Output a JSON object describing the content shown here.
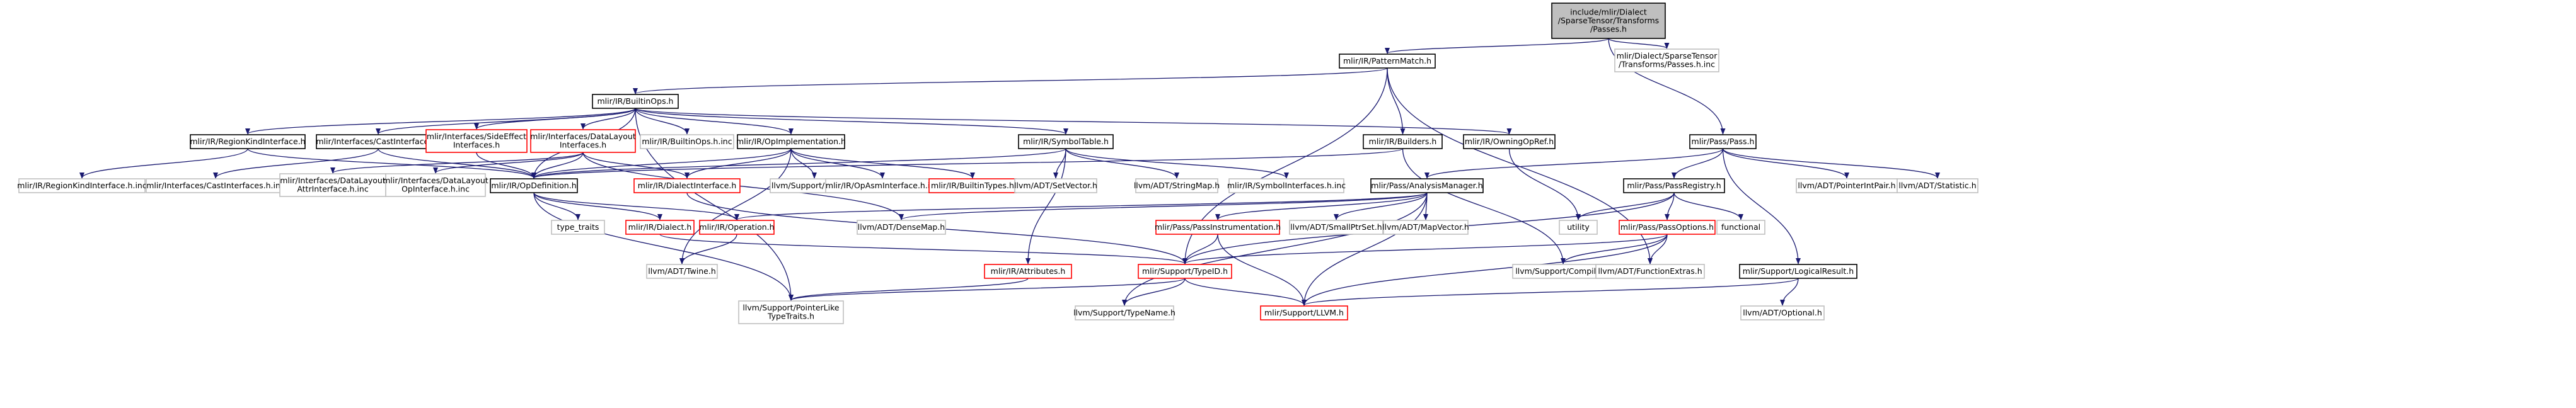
{
  "colors": {
    "edge": "#191970",
    "text": "#000000",
    "text_muted": "#808080",
    "border_dark": "#000000",
    "border_red": "#ff0000",
    "border_gray": "#bfbfbf",
    "fill_root": "#bfbfbf",
    "fill_default": "#ffffff"
  },
  "nodes": [
    {
      "id": "root",
      "lines": [
        "include/mlir/Dialect",
        "/SparseTensor/Transforms",
        "/Passes.h"
      ],
      "style": "root"
    },
    {
      "id": "patternmatch",
      "lines": [
        "mlir/IR/PatternMatch.h"
      ],
      "style": "dark"
    },
    {
      "id": "passes_inc",
      "lines": [
        "mlir/Dialect/SparseTensor",
        "/Transforms/Passes.h.inc"
      ],
      "style": "gray"
    },
    {
      "id": "builtinops",
      "lines": [
        "mlir/IR/BuiltinOps.h"
      ],
      "style": "dark"
    },
    {
      "id": "builders",
      "lines": [
        "mlir/IR/Builders.h"
      ],
      "style": "dark"
    },
    {
      "id": "owningopref",
      "lines": [
        "mlir/IR/OwningOpRef.h"
      ],
      "style": "dark"
    },
    {
      "id": "pass",
      "lines": [
        "mlir/Pass/Pass.h"
      ],
      "style": "dark"
    },
    {
      "id": "regionkind",
      "lines": [
        "mlir/IR/RegionKindInterface.h"
      ],
      "style": "dark"
    },
    {
      "id": "castinterfaces",
      "lines": [
        "mlir/Interfaces/CastInterfaces.h"
      ],
      "style": "dark"
    },
    {
      "id": "sideeffect",
      "lines": [
        "mlir/Interfaces/SideEffect",
        "Interfaces.h"
      ],
      "style": "red"
    },
    {
      "id": "datalayout",
      "lines": [
        "mlir/Interfaces/DataLayout",
        "Interfaces.h"
      ],
      "style": "red"
    },
    {
      "id": "builtinops_inc",
      "lines": [
        "mlir/IR/BuiltinOps.h.inc"
      ],
      "style": "gray"
    },
    {
      "id": "opimpl",
      "lines": [
        "mlir/IR/OpImplementation.h"
      ],
      "style": "dark"
    },
    {
      "id": "symboltable",
      "lines": [
        "mlir/IR/SymbolTable.h"
      ],
      "style": "dark"
    },
    {
      "id": "regionkind_inc",
      "lines": [
        "mlir/IR/RegionKindInterface.h.inc"
      ],
      "style": "gray"
    },
    {
      "id": "castinterfaces_inc",
      "lines": [
        "mlir/Interfaces/CastInterfaces.h.inc"
      ],
      "style": "gray"
    },
    {
      "id": "dlattr_inc",
      "lines": [
        "mlir/Interfaces/DataLayout",
        "AttrInterface.h.inc"
      ],
      "style": "gray"
    },
    {
      "id": "dlop_inc",
      "lines": [
        "mlir/Interfaces/DataLayout",
        "OpInterface.h.inc"
      ],
      "style": "gray"
    },
    {
      "id": "opdefinition",
      "lines": [
        "mlir/IR/OpDefinition.h"
      ],
      "style": "dark"
    },
    {
      "id": "dialectinterface",
      "lines": [
        "mlir/IR/DialectInterface.h"
      ],
      "style": "red"
    },
    {
      "id": "smloc",
      "lines": [
        "llvm/Support/SMLoc.h"
      ],
      "style": "gray"
    },
    {
      "id": "opasminterface_inc",
      "lines": [
        "mlir/IR/OpAsmInterface.h.inc"
      ],
      "style": "gray"
    },
    {
      "id": "builtintypes",
      "lines": [
        "mlir/IR/BuiltinTypes.h"
      ],
      "style": "red"
    },
    {
      "id": "setvector",
      "lines": [
        "llvm/ADT/SetVector.h"
      ],
      "style": "gray"
    },
    {
      "id": "stringmap",
      "lines": [
        "llvm/ADT/StringMap.h"
      ],
      "style": "gray"
    },
    {
      "id": "symbolinterfaces_inc",
      "lines": [
        "mlir/IR/SymbolInterfaces.h.inc"
      ],
      "style": "gray"
    },
    {
      "id": "analysismanager",
      "lines": [
        "mlir/Pass/AnalysisManager.h"
      ],
      "style": "dark"
    },
    {
      "id": "passregistry",
      "lines": [
        "mlir/Pass/PassRegistry.h"
      ],
      "style": "dark"
    },
    {
      "id": "pointerintpair",
      "lines": [
        "llvm/ADT/PointerIntPair.h"
      ],
      "style": "gray"
    },
    {
      "id": "statistic",
      "lines": [
        "llvm/ADT/Statistic.h"
      ],
      "style": "gray"
    },
    {
      "id": "type_traits",
      "lines": [
        "type_traits"
      ],
      "style": "gray"
    },
    {
      "id": "dialect",
      "lines": [
        "mlir/IR/Dialect.h"
      ],
      "style": "red"
    },
    {
      "id": "operation",
      "lines": [
        "mlir/IR/Operation.h"
      ],
      "style": "red"
    },
    {
      "id": "densemap",
      "lines": [
        "llvm/ADT/DenseMap.h"
      ],
      "style": "gray"
    },
    {
      "id": "passinstrumentation",
      "lines": [
        "mlir/Pass/PassInstrumentation.h"
      ],
      "style": "red"
    },
    {
      "id": "smallptrset",
      "lines": [
        "llvm/ADT/SmallPtrSet.h"
      ],
      "style": "gray"
    },
    {
      "id": "mapvector",
      "lines": [
        "llvm/ADT/MapVector.h"
      ],
      "style": "gray"
    },
    {
      "id": "utility",
      "lines": [
        "utility"
      ],
      "style": "gray"
    },
    {
      "id": "passoptions",
      "lines": [
        "mlir/Pass/PassOptions.h"
      ],
      "style": "red"
    },
    {
      "id": "functional",
      "lines": [
        "functional"
      ],
      "style": "gray"
    },
    {
      "id": "twine",
      "lines": [
        "llvm/ADT/Twine.h"
      ],
      "style": "gray"
    },
    {
      "id": "attributes",
      "lines": [
        "mlir/IR/Attributes.h"
      ],
      "style": "red"
    },
    {
      "id": "typeid",
      "lines": [
        "mlir/Support/TypeID.h"
      ],
      "style": "red"
    },
    {
      "id": "compiler",
      "lines": [
        "llvm/Support/Compiler.h"
      ],
      "style": "gray"
    },
    {
      "id": "functionextras",
      "lines": [
        "llvm/ADT/FunctionExtras.h"
      ],
      "style": "gray"
    },
    {
      "id": "logicalresult",
      "lines": [
        "mlir/Support/LogicalResult.h"
      ],
      "style": "dark"
    },
    {
      "id": "pointerliketypetraits",
      "lines": [
        "llvm/Support/PointerLike",
        "TypeTraits.h"
      ],
      "style": "gray"
    },
    {
      "id": "typename",
      "lines": [
        "llvm/Support/TypeName.h"
      ],
      "style": "gray"
    },
    {
      "id": "llvm",
      "lines": [
        "mlir/Support/LLVM.h"
      ],
      "style": "red"
    },
    {
      "id": "optional",
      "lines": [
        "llvm/ADT/Optional.h"
      ],
      "style": "gray"
    }
  ]
}
